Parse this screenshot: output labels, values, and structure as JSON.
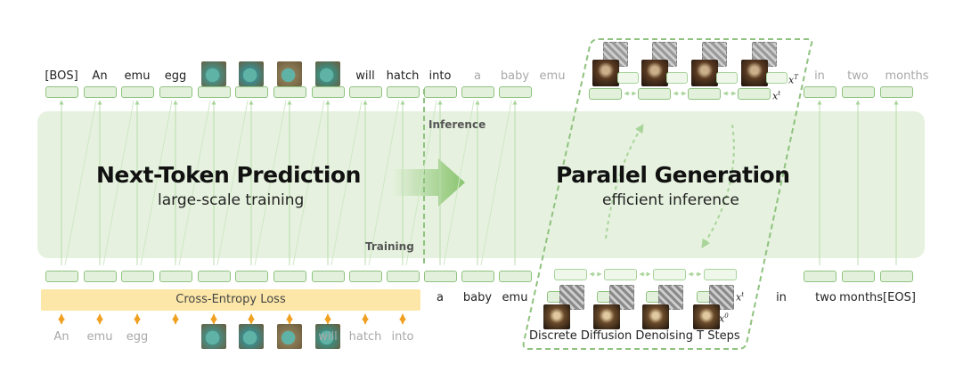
{
  "colors": {
    "panel": "#e6f2df",
    "box_border": "#8fc27f",
    "box_fill": "#e3f1dc",
    "loss_fill": "#fce7a8",
    "loss_arrow": "#f0a020",
    "dashed": "#8fc27f"
  },
  "top_tokens": {
    "ar": [
      "[BOS]",
      "An",
      "emu",
      "egg"
    ],
    "mid": [
      "will",
      "hatch",
      "into"
    ],
    "gray": [
      "a",
      "baby",
      "emu"
    ],
    "right": [
      "in",
      "two",
      "months"
    ]
  },
  "bottom_tokens": {
    "gen": [
      "a",
      "baby",
      "emu"
    ],
    "right": [
      "in",
      "two",
      "months[EOS]"
    ]
  },
  "loss_targets": {
    "left": [
      "An",
      "emu",
      "egg"
    ],
    "right": [
      "will",
      "hatch",
      "into"
    ]
  },
  "left_panel": {
    "title": "Next-Token Prediction",
    "subtitle": "large-scale training"
  },
  "right_panel": {
    "title": "Parallel Generation",
    "subtitle": "efficient inference"
  },
  "labels": {
    "inference": "Inference",
    "training": "Training",
    "loss": "Cross-Entropy Loss",
    "diffusion": "Discrete Diffusion Denoising T Steps"
  },
  "x_labels": {
    "xT_base": "x",
    "xT_sup": "T",
    "xt_base": "x",
    "xt_sup": "t",
    "xt2_base": "x",
    "xt2_sup": "t",
    "x0_base": "x",
    "x0_sup": "0"
  }
}
